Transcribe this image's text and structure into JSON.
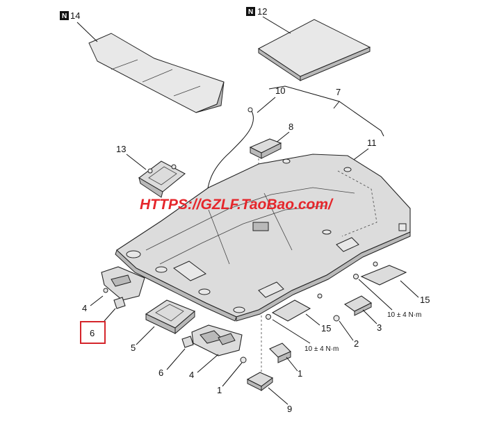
{
  "badge": {
    "letter": "N"
  },
  "callouts": {
    "c14": "14",
    "c12": "12",
    "c10": "10",
    "c7": "7",
    "c8": "8",
    "c13": "13",
    "c11": "11",
    "c4a": "4",
    "c6a": "6",
    "c5": "5",
    "c6b": "6",
    "c4b": "4",
    "c15a": "15",
    "c3": "3",
    "c15b": "15",
    "c2": "2",
    "c1a": "1",
    "c1b": "1",
    "c9": "9"
  },
  "torque": {
    "t1": "10 ± 4 N·m",
    "t2": "10 ± 4 N·m"
  },
  "watermark": {
    "text": "HTTPS://GZLF.TaoBao.com/"
  },
  "colors": {
    "highlight_box": "#d4252b",
    "watermark": "#e5262b",
    "badge": "#111111"
  }
}
